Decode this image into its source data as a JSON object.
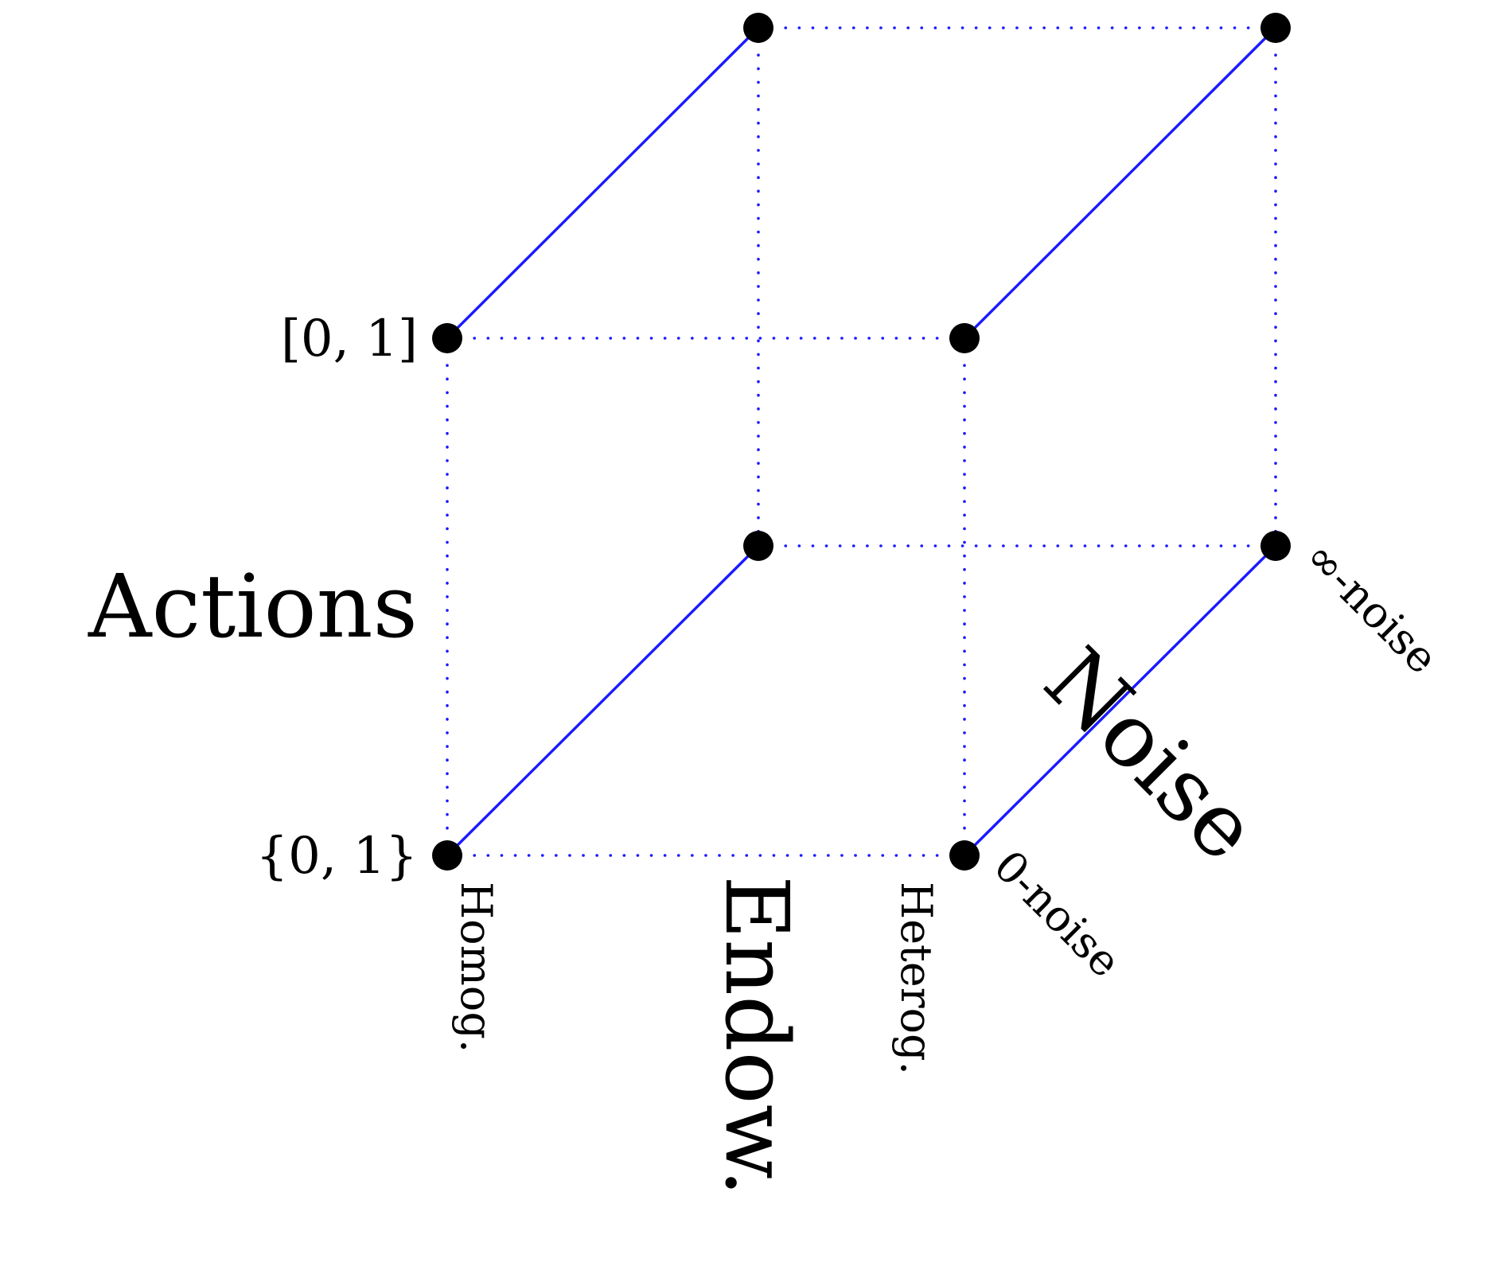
{
  "colors": {
    "background": "#ffffff",
    "edge_blue": "#1a1aff",
    "vertex": "#000000",
    "text": "#000000"
  },
  "axes": {
    "actions": {
      "title": "Actions",
      "low": "{0, 1}",
      "high": "[0, 1]"
    },
    "endowments": {
      "title": "Endow.",
      "low": "Homog.",
      "high": "Heterog."
    },
    "noise": {
      "title": "Noise",
      "low": "0-noise",
      "high": "∞-noise"
    }
  },
  "vertices": [
    {
      "actions": "{0, 1}",
      "endowments": "Homog.",
      "noise": "0-noise"
    },
    {
      "actions": "{0, 1}",
      "endowments": "Heterog.",
      "noise": "0-noise"
    },
    {
      "actions": "[0, 1]",
      "endowments": "Homog.",
      "noise": "0-noise"
    },
    {
      "actions": "[0, 1]",
      "endowments": "Heterog.",
      "noise": "0-noise"
    },
    {
      "actions": "{0, 1}",
      "endowments": "Homog.",
      "noise": "∞-noise"
    },
    {
      "actions": "{0, 1}",
      "endowments": "Heterog.",
      "noise": "∞-noise"
    },
    {
      "actions": "[0, 1]",
      "endowments": "Homog.",
      "noise": "∞-noise"
    },
    {
      "actions": "[0, 1]",
      "endowments": "Heterog.",
      "noise": "∞-noise"
    }
  ],
  "edge_styles": {
    "noise_edges": "solid",
    "actions_edges": "dotted",
    "endowment_edges": "dotted"
  }
}
